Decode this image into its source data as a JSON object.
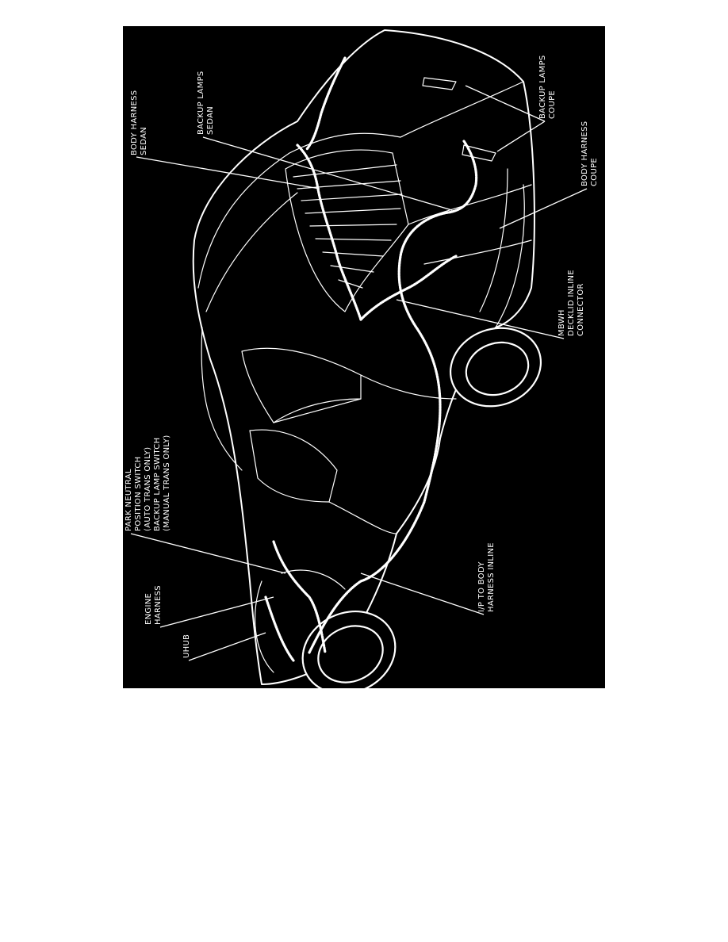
{
  "labels": {
    "body_harness_sedan": [
      "BODY HARNESS",
      "SEDAN"
    ],
    "backup_lamps_sedan": [
      "BACKUP LAMPS",
      "SEDAN"
    ],
    "backup_lamps_coupe": [
      "BACKUP LAMPS",
      "COUPE"
    ],
    "body_harness_coupe": [
      "BODY HARNESS",
      "COUPE"
    ],
    "mbwh_decklid": [
      "MBWH",
      "DECKLID INLINE",
      "CONNECTOR"
    ],
    "park_neutral": [
      "PARK NEUTRAL",
      "POSITION SWITCH",
      "(AUTO TRANS ONLY)",
      "BACKUP LAMP SWITCH",
      "(MANUAL TRANS ONLY)"
    ],
    "ip_to_body": [
      "I/P TO BODY",
      "HARNESS INLINE"
    ],
    "engine_harness": [
      "ENGINE",
      "HARNESS"
    ],
    "uhub": [
      "UHUB"
    ]
  },
  "colors": {
    "background": "#000000",
    "lines": "#ffffff",
    "page": "#ffffff"
  }
}
